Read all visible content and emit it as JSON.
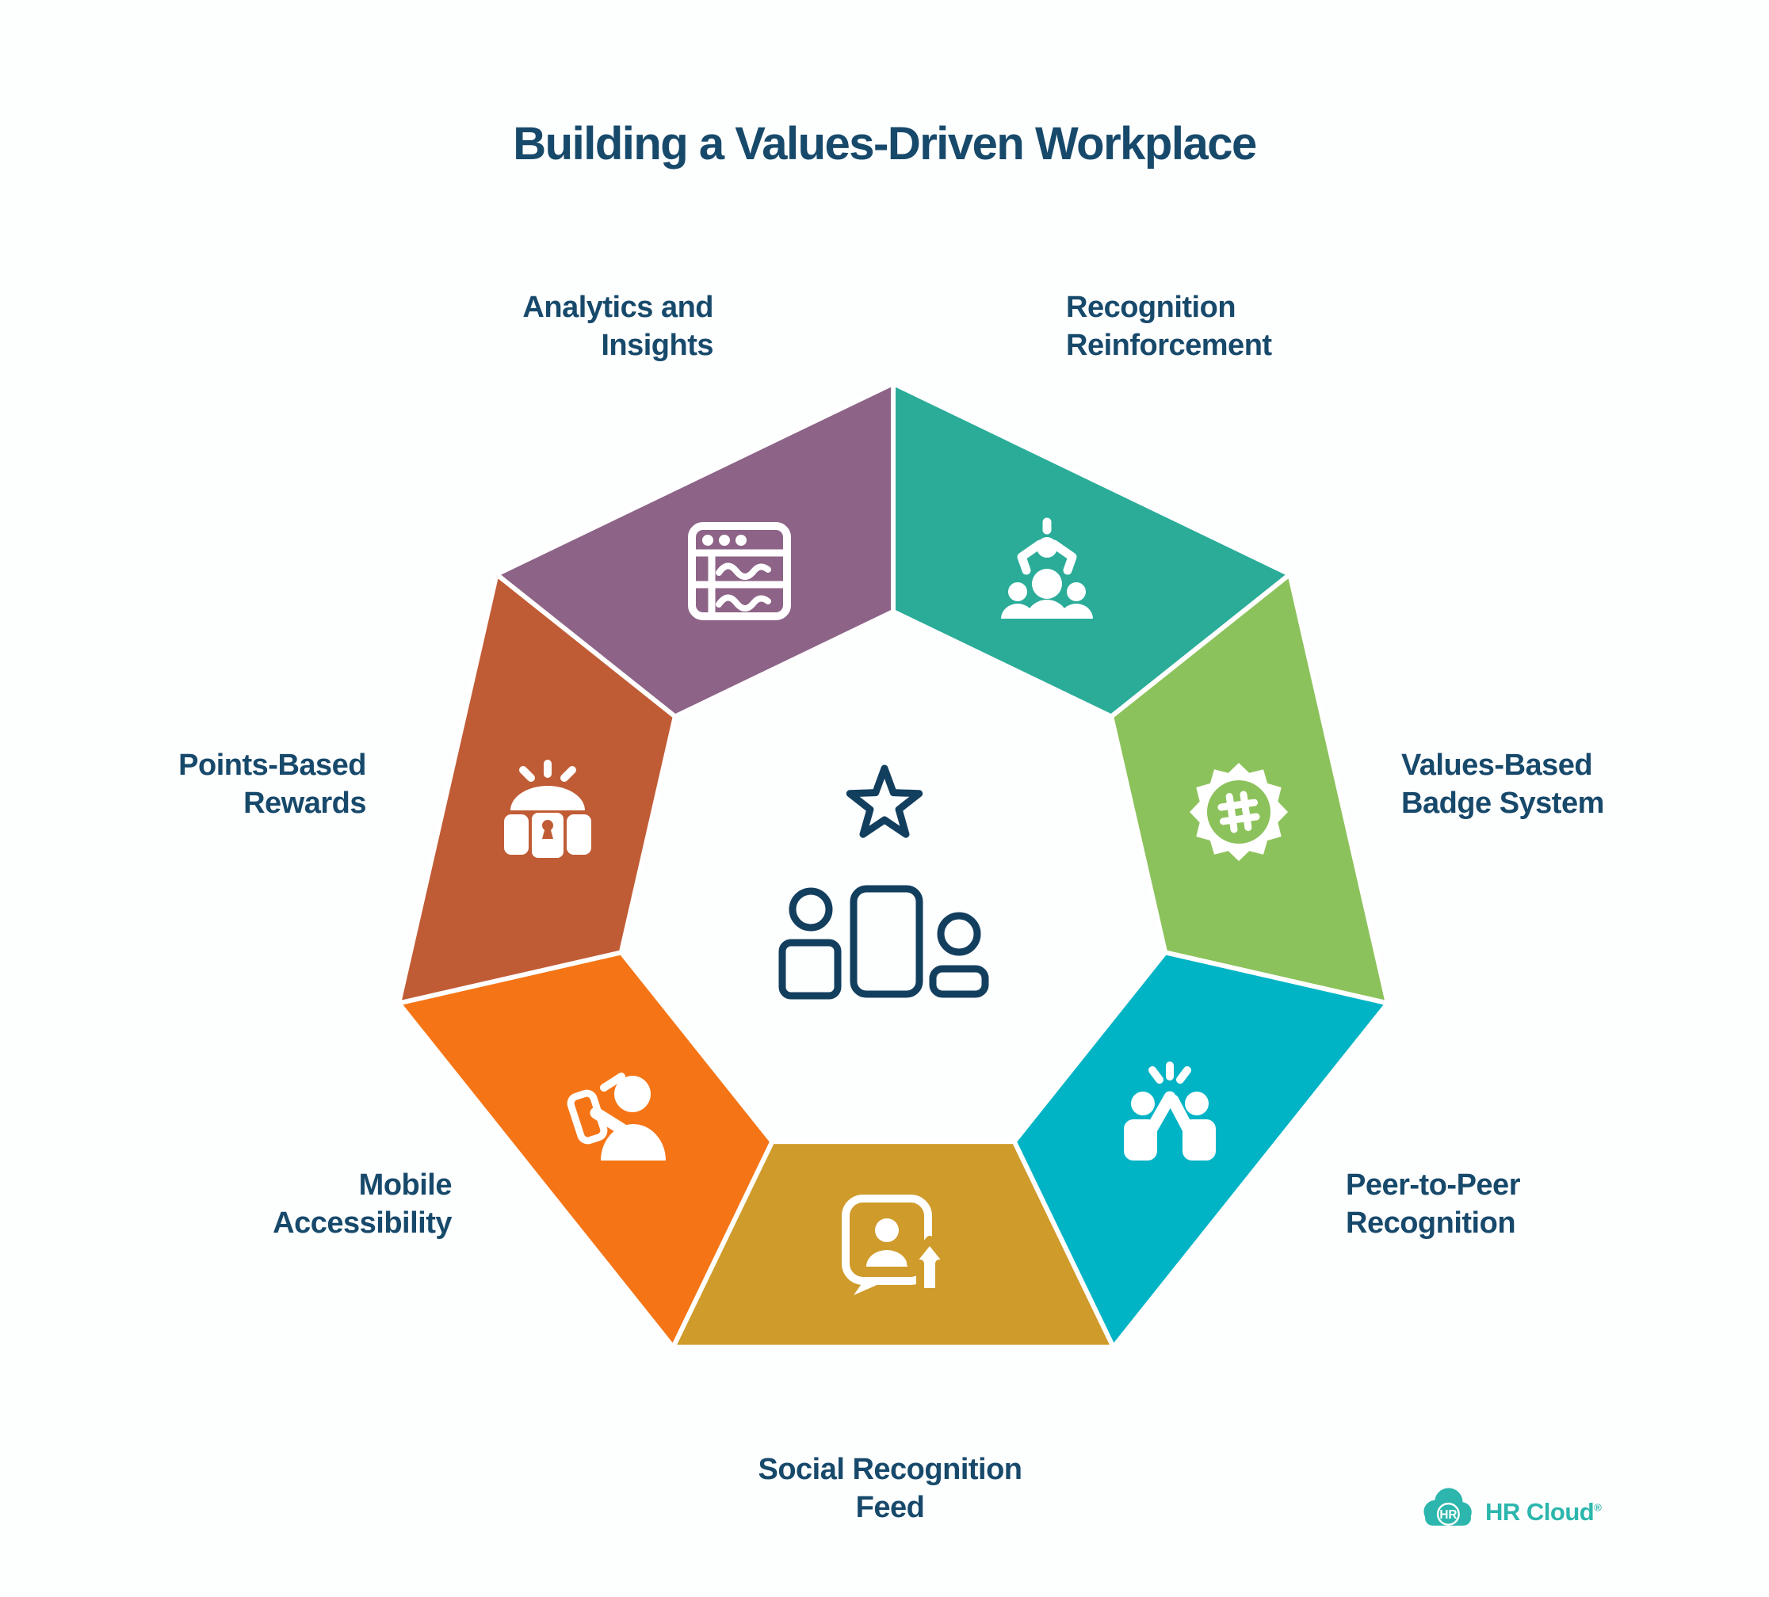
{
  "title": "Building a Values-Driven Workplace",
  "colors": {
    "text_navy": "#17496B",
    "center_icon_stroke": "#133F5F",
    "divider_white": "#FFFFFF",
    "background": "#FDFEFE"
  },
  "segments": [
    {
      "name": "recognition-reinforcement",
      "label": "Recognition\nReinforcement",
      "color": "#2AAC99",
      "icon": "claw-team-icon"
    },
    {
      "name": "values-based-badge-system",
      "label": "Values-Based\nBadge System",
      "color": "#8CC25C",
      "icon": "hashtag-badge-icon"
    },
    {
      "name": "peer-to-peer-recognition",
      "label": "Peer-to-Peer\nRecognition",
      "color": "#00B4C5",
      "icon": "high-five-icon"
    },
    {
      "name": "social-recognition-feed",
      "label": "Social Recognition\nFeed",
      "color": "#CF9B2B",
      "icon": "profile-upload-icon"
    },
    {
      "name": "mobile-accessibility",
      "label": "Mobile\nAccessibility",
      "color": "#F57516",
      "icon": "person-phone-icon"
    },
    {
      "name": "points-based-rewards",
      "label": "Points-Based\nRewards",
      "color": "#C05C35",
      "icon": "treasure-chest-icon"
    },
    {
      "name": "analytics-and-insights",
      "label": "Analytics and\nInsights",
      "color": "#8D6387",
      "icon": "analytics-window-icon"
    }
  ],
  "center": {
    "icon": "podium-star-icon"
  },
  "logo": {
    "badge": "HR",
    "brand": "HR Cloud",
    "registered": "®",
    "color": "#2CB6AD"
  }
}
